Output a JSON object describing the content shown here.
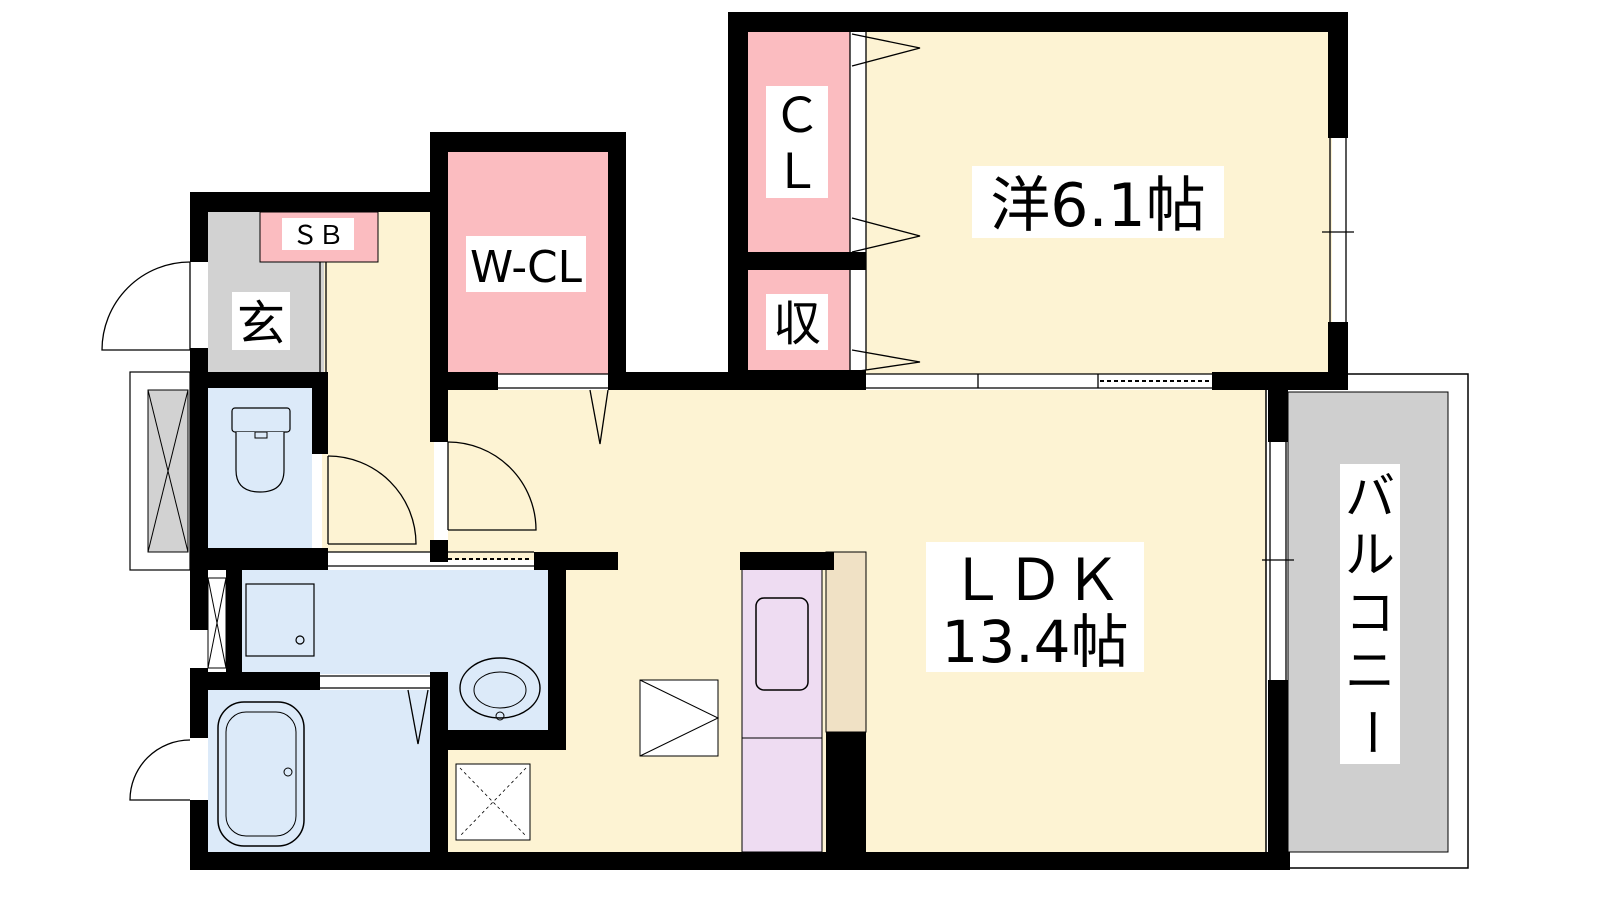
{
  "rooms": {
    "western": {
      "name": "洋6.1帖"
    },
    "closet": {
      "name": "ＣＬ",
      "line1": "Ｃ",
      "line2": "Ｌ"
    },
    "storage": {
      "name": "収"
    },
    "walk_in_closet": {
      "name": "W-CL"
    },
    "shoe_box": {
      "name": "ＳＢ"
    },
    "entrance": {
      "name": "玄"
    },
    "ldk": {
      "line1": "ＬＤＫ",
      "line2": "13.4帖"
    },
    "balcony": {
      "name": "バルコニー",
      "chars": [
        "バ",
        "ル",
        "コ",
        "ニ",
        "ー"
      ]
    }
  },
  "colors": {
    "wall": "#000000",
    "room_floor": "#fdf3d3",
    "closet": "#fbbcc0",
    "wet_area": "#dceaf9",
    "entrance_floor": "#d2d2d2",
    "balcony": "#cfcfcf",
    "fridge": "#eedcf2",
    "counter": "#f0e1c5"
  }
}
